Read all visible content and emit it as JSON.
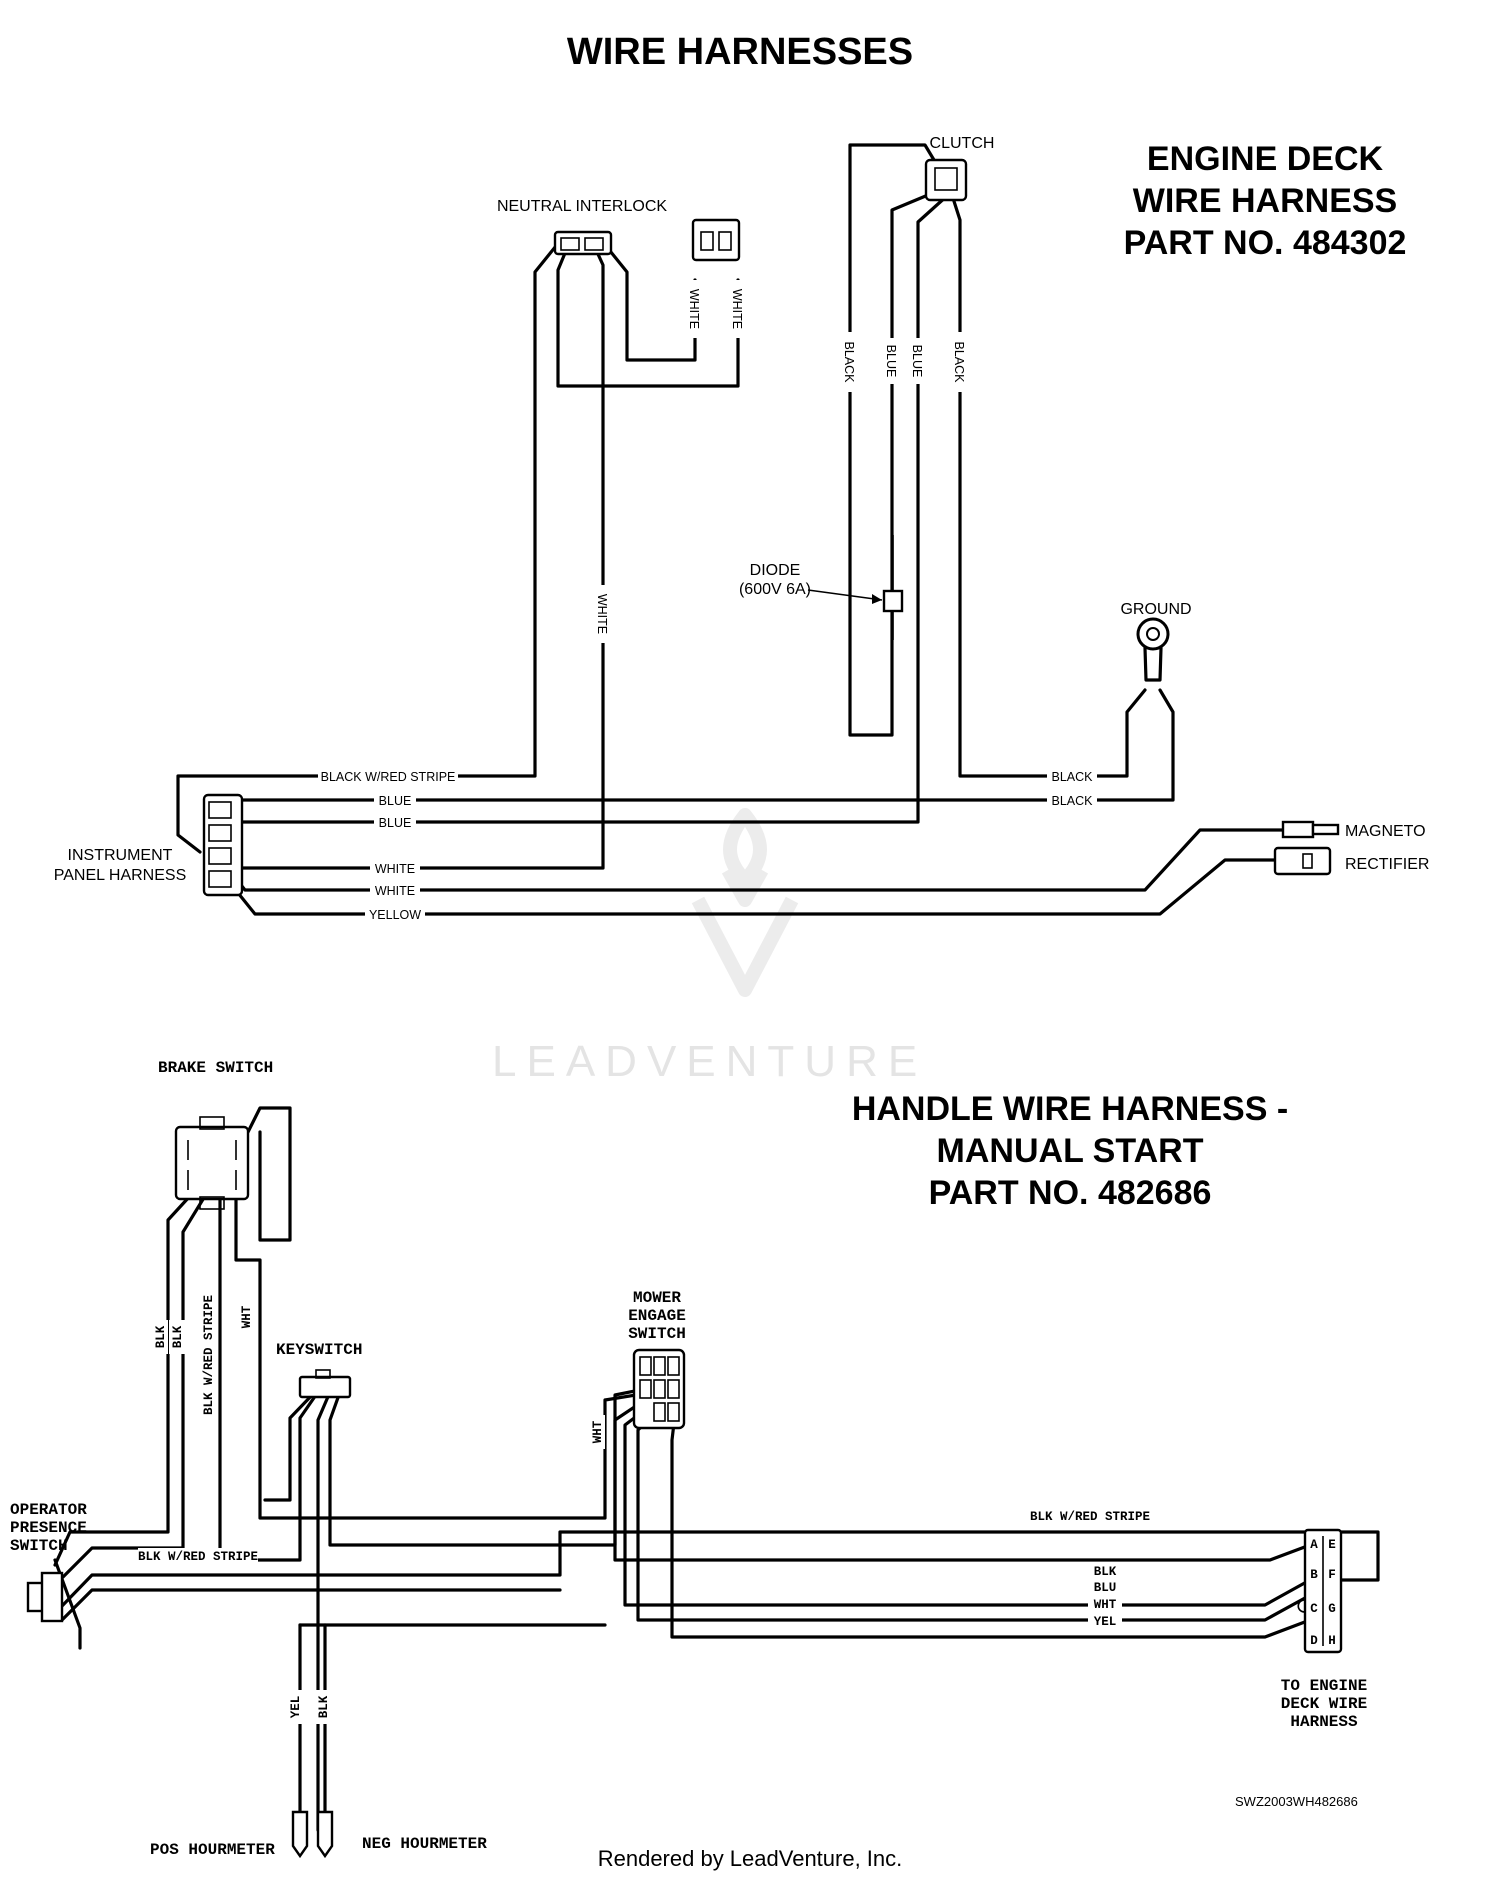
{
  "title": "WIRE HARNESSES",
  "engine_deck": {
    "heading": [
      "ENGINE DECK",
      "WIRE HARNESS",
      "PART NO. 484302"
    ],
    "components": {
      "clutch": "CLUTCH",
      "neutral_interlock": "NEUTRAL INTERLOCK",
      "diode": [
        "DIODE",
        "(600V 6A)"
      ],
      "ground": "GROUND",
      "magneto": "MAGNETO",
      "rectifier": "RECTIFIER",
      "instrument_panel": [
        "INSTRUMENT",
        "PANEL HARNESS"
      ]
    },
    "wire_labels": {
      "white_a": "WHITE",
      "white_b": "WHITE",
      "white_long": "WHITE",
      "black_a": "BLACK",
      "blue_a": "BLUE",
      "blue_b": "BLUE",
      "black_b": "BLACK",
      "black_red": "BLACK W/RED STRIPE",
      "blue_1": "BLUE",
      "blue_2": "BLUE",
      "white_1": "WHITE",
      "white_2": "WHITE",
      "yellow": "YELLOW",
      "black_1": "BLACK",
      "black_2": "BLACK"
    }
  },
  "handle": {
    "heading": [
      "HANDLE WIRE HARNESS -",
      "MANUAL START",
      "PART NO. 482686"
    ],
    "components": {
      "brake_switch": "BRAKE SWITCH",
      "keyswitch": "KEYSWITCH",
      "mower_engage": [
        "MOWER",
        "ENGAGE",
        "SWITCH"
      ],
      "operator_presence": [
        "OPERATOR",
        "PRESENCE",
        "SWITCH"
      ],
      "to_engine": [
        "TO ENGINE",
        "DECK WIRE",
        "HARNESS"
      ],
      "pos_hourmeter": "POS HOURMETER",
      "neg_hourmeter": "NEG HOURMETER"
    },
    "wire_labels": {
      "blk1": "BLK",
      "blk2": "BLK",
      "blk_red_v": "BLK W/RED STRIPE",
      "wht_v": "WHT",
      "wht_mower": "WHT",
      "blk_red_h1": "BLK W/RED STRIPE",
      "blk_red_h2": "BLK W/RED STRIPE",
      "blk_h": "BLK",
      "blu_h": "BLU",
      "wht_h": "WHT",
      "yel_h": "YEL",
      "yel_v": "YEL",
      "blk_v": "BLK"
    },
    "connector_pins": [
      "A",
      "E",
      "B",
      "F",
      "C",
      "G",
      "D",
      "H"
    ]
  },
  "drawing_code": "SWZ2003WH482686",
  "watermark": "LEADVENTURE",
  "footer": "Rendered by LeadVenture, Inc."
}
